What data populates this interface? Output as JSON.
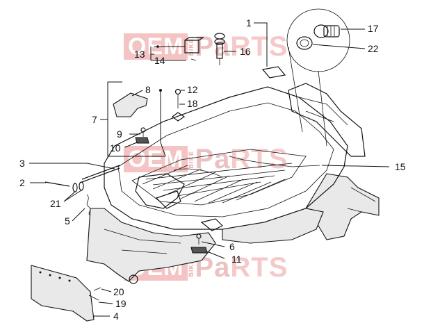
{
  "watermark": {
    "left": "OEM",
    "side": "BIKE",
    "right_box": "Pa",
    "right_tail": "RTS"
  },
  "callouts": [
    "1",
    "2",
    "3",
    "4",
    "5",
    "6",
    "7",
    "8",
    "9",
    "10",
    "11",
    "12",
    "13",
    "14",
    "15",
    "16",
    "17",
    "18",
    "19",
    "20",
    "21",
    "22"
  ]
}
